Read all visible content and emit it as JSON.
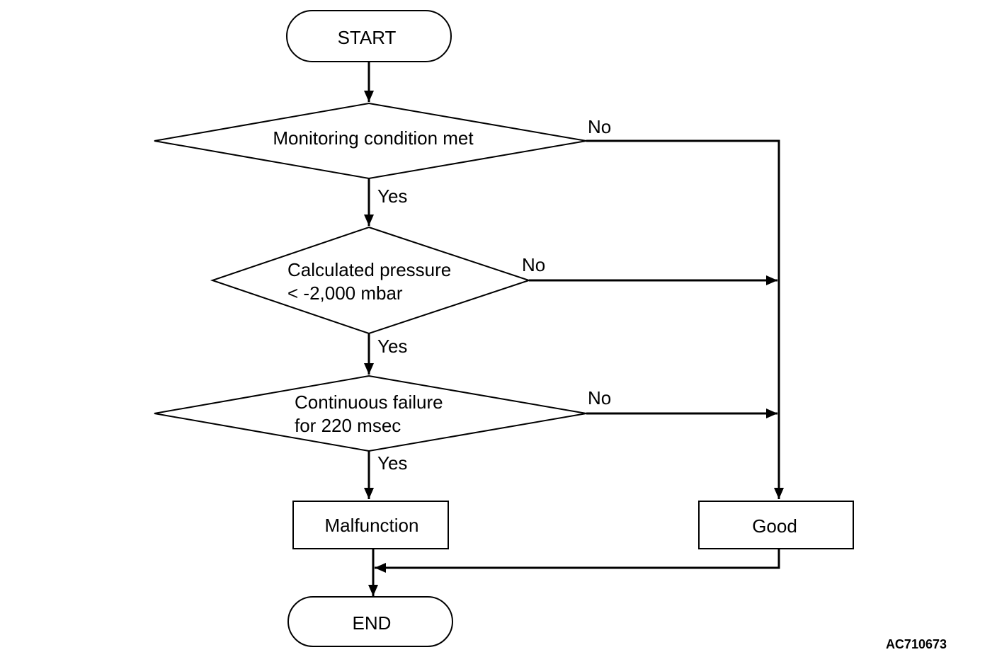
{
  "nodes": {
    "start": "START",
    "decision1": [
      "Monitoring condition met"
    ],
    "decision2": [
      "Calculated pressure",
      "< -2,000 mbar"
    ],
    "decision3": [
      "Continuous failure",
      "for 220 msec"
    ],
    "malfunction": "Malfunction",
    "good": "Good",
    "end": "END"
  },
  "edges": {
    "yes": "Yes",
    "no": "No"
  },
  "figure_id": "AC710673"
}
